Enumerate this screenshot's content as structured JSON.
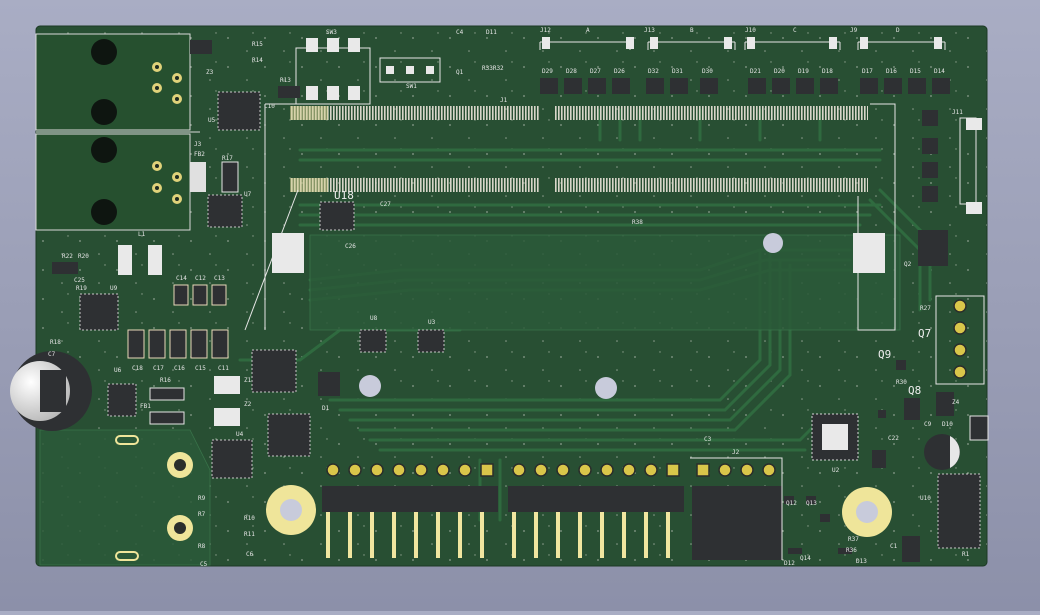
{
  "board": {
    "colors": {
      "background": "#9da1b8",
      "soldermask": "#284f33",
      "trace": "#2f6a3f",
      "copper_pad": "#ddd9c8",
      "silkscreen": "#e6e6e6",
      "gold": "#e8d98a",
      "ic_body": "#2e3033",
      "pin": "#c9c9c9"
    },
    "labels": {
      "sw3": "SW3",
      "sw1": "SW1",
      "c4": "C4",
      "d11": "D11",
      "r33r32": "R33R32",
      "q1": "Q1",
      "j12": "J12",
      "a": "A",
      "j13": "J13",
      "b": "B",
      "j10": "J10",
      "c": "C",
      "j9": "J9",
      "d": "D",
      "d29": "D29",
      "d28": "D28",
      "d27": "D27",
      "d26": "D26",
      "d32": "D32",
      "d31": "D31",
      "d30": "D30",
      "d21": "D21",
      "d20": "D20",
      "d19": "D19",
      "d18": "D18",
      "d17": "D17",
      "d16": "D16",
      "d15": "D15",
      "d14": "D14",
      "j1": "J1",
      "r15": "R15",
      "r14": "R14",
      "z3": "Z3",
      "r13": "R13",
      "c10": "C10",
      "u5": "U5",
      "j3": "J3",
      "fb2": "FB2",
      "r17": "R17",
      "u7": "U7",
      "u18": "U18",
      "c27": "C27",
      "c26": "C26",
      "l1": "L1",
      "r22": "R22",
      "r20": "R20",
      "r19": "R19",
      "c25": "C25",
      "u9": "U9",
      "c14": "C14",
      "c12": "C12",
      "c13": "C13",
      "r18": "R18",
      "c7": "C7",
      "u8": "U8",
      "u3": "U3",
      "u6": "U6",
      "c18": "C18",
      "c17": "C17",
      "c16": "C16",
      "c15": "C15",
      "c11": "C11",
      "r16": "R16",
      "fb1": "FB1",
      "z2": "Z2",
      "z1": "Z1",
      "u4": "U4",
      "d1": "D1",
      "r7": "R7",
      "r8": "R8",
      "r9": "R9",
      "r10": "R10",
      "r11": "R11",
      "c5": "C5",
      "c6": "C6",
      "c3": "C3",
      "j2": "J2",
      "u2": "U2",
      "q12": "Q12",
      "q13": "Q13",
      "q14": "Q14",
      "d12": "D12",
      "d13": "D13",
      "r36": "R36",
      "r37": "R37",
      "r38": "R38",
      "q7": "Q7",
      "q8": "Q8",
      "q9": "Q9",
      "r30": "R30",
      "r27": "R27",
      "j11": "J11",
      "q2": "Q2",
      "c9": "C9",
      "d10": "D10",
      "c22": "C22",
      "u10": "U10",
      "c1": "C1",
      "r1": "R1",
      "z4": "Z4"
    }
  }
}
